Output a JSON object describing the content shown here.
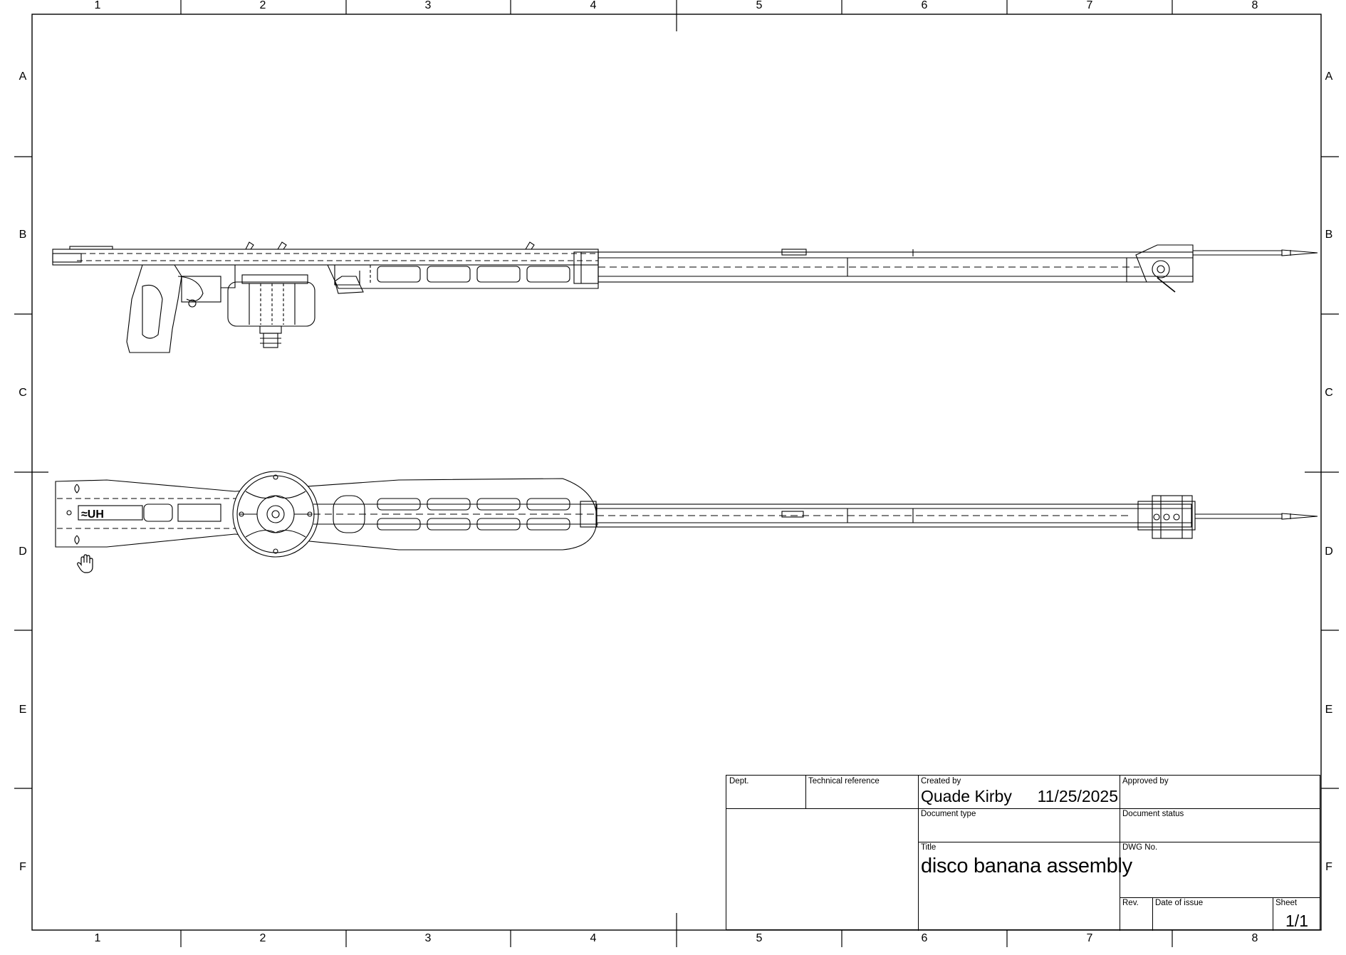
{
  "frame": {
    "column_labels": [
      "1",
      "2",
      "3",
      "4",
      "5",
      "6",
      "7",
      "8"
    ],
    "row_labels": [
      "A",
      "B",
      "C",
      "D",
      "E",
      "F"
    ]
  },
  "views": {
    "side": "side-view",
    "top": "top-view"
  },
  "cursor": {
    "icon": "hand-pan-icon"
  },
  "title_block": {
    "dept_label": "Dept.",
    "dept_value": "",
    "tech_ref_label": "Technical reference",
    "tech_ref_value": "",
    "created_by_label": "Created by",
    "created_by_name": "Quade Kirby",
    "created_date": "11/25/2025",
    "approved_by_label": "Approved by",
    "approved_by_value": "",
    "doc_type_label": "Document type",
    "doc_type_value": "",
    "doc_status_label": "Document status",
    "doc_status_value": "",
    "title_label": "Title",
    "title_value": "disco banana assembly",
    "dwg_no_label": "DWG No.",
    "dwg_no_value": "",
    "rev_label": "Rev.",
    "rev_value": "",
    "date_of_issue_label": "Date of issue",
    "date_of_issue_value": "",
    "sheet_label": "Sheet",
    "sheet_value": "1/1"
  }
}
